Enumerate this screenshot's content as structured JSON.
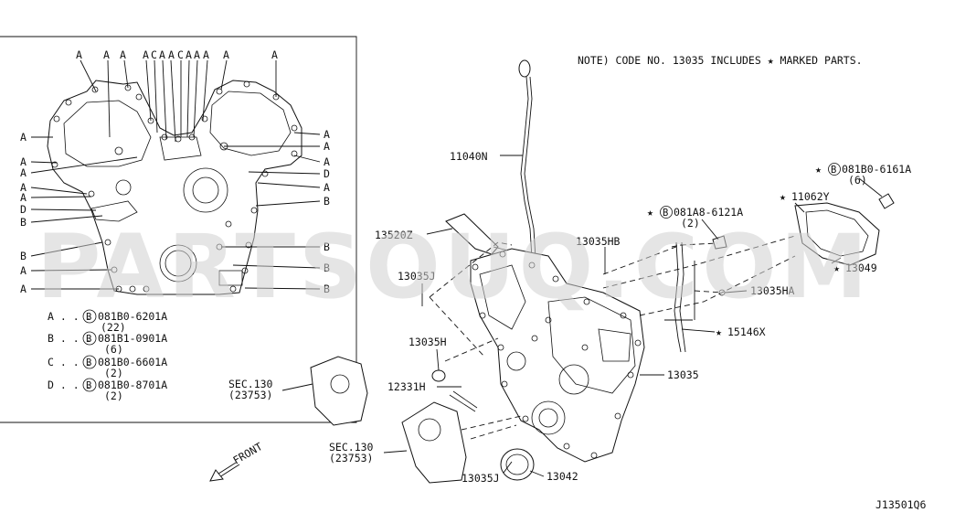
{
  "note": "NOTE) CODE NO. 13035 INCLUDES ★ MARKED PARTS.",
  "watermark": "PARTSOUQ.COM",
  "diagram_id": "J13501Q6",
  "bolt_letters": {
    "top": [
      "A",
      "A",
      "A",
      "A",
      "C",
      "A",
      "A",
      "C",
      "A",
      "A",
      "A"
    ],
    "left": [
      "A",
      "A",
      "A",
      "A",
      "A",
      "D",
      "B",
      "B",
      "A",
      "A"
    ],
    "right": [
      "A",
      "A",
      "A",
      "D",
      "A",
      "B",
      "B",
      "B",
      "B"
    ]
  },
  "legend": [
    {
      "key": "A . . .",
      "part": "081B0-6201A",
      "qty": "(22)"
    },
    {
      "key": "B . . .",
      "part": "081B1-0901A",
      "qty": "(6)"
    },
    {
      "key": "C . . .",
      "part": "081B0-6601A",
      "qty": "(2)"
    },
    {
      "key": "D . . .",
      "part": "081B0-8701A",
      "qty": "(2)"
    }
  ],
  "circle_b": "B",
  "star": "★",
  "callouts": {
    "p11040n": "11040N",
    "p13520z": "13520Z",
    "p13035hb": "13035HB",
    "p13035j_a": "13035J",
    "p13035h": "13035H",
    "p12331h": "12331H",
    "p13035j_b": "13035J",
    "p13042": "13042",
    "p13035": "13035",
    "p15146x": "15146X",
    "p13035ha": "13035HA",
    "p081a8": "081A8-6121A",
    "p081a8_qty": "(2)",
    "p081b0": "081B0-6161A",
    "p081b0_qty": "(6)",
    "p11062y": "11062Y",
    "p13049": "13049",
    "sec1": "SEC.130",
    "sec1_sub": "(23753)",
    "sec2": "SEC.130",
    "sec2_sub": "(23753)",
    "front": "FRONT"
  }
}
